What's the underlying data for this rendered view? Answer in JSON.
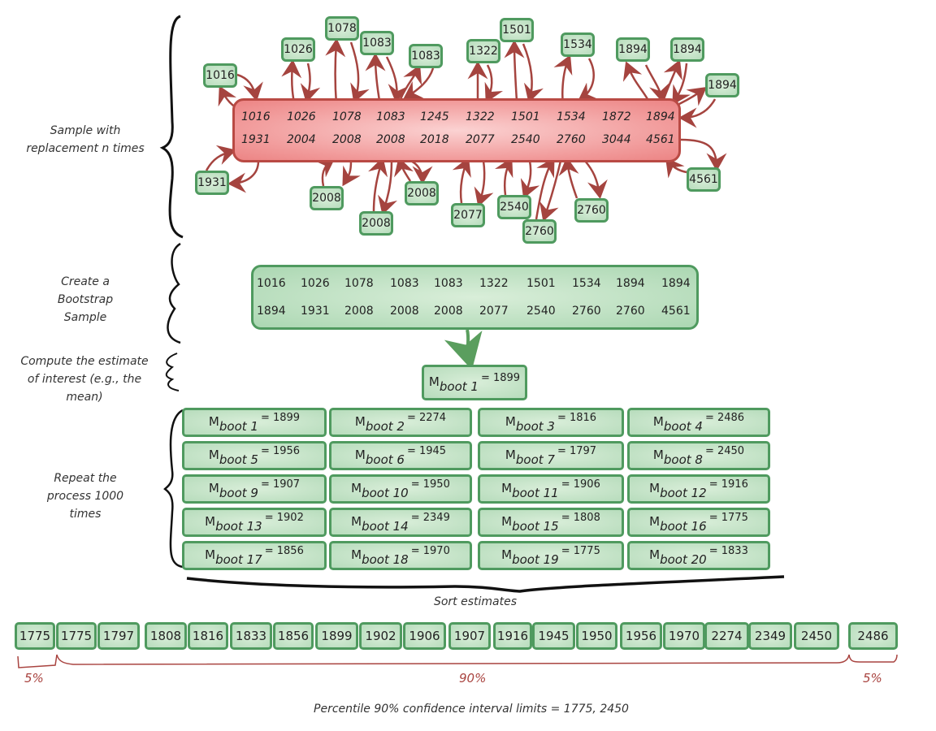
{
  "labels": {
    "sample_with_replacement": [
      "Sample with",
      "replacement n times"
    ],
    "create_bootstrap": [
      "Create a",
      "Bootstrap",
      "Sample"
    ],
    "compute_estimate": [
      "Compute the estimate",
      "of interest (e.g., the",
      "mean)"
    ],
    "repeat_process": [
      "Repeat the",
      "process 1000",
      "times"
    ],
    "sort_estimates": "Sort estimates",
    "pct_low": "5%",
    "pct_mid": "90%",
    "pct_high": "5%",
    "ci_result": "Percentile 90% confidence interval limits = 1775, 2450"
  },
  "original_sample": {
    "row1": [
      "1016",
      "1026",
      "1078",
      "1083",
      "1245",
      "1322",
      "1501",
      "1534",
      "1872",
      "1894"
    ],
    "row2": [
      "1931",
      "2004",
      "2008",
      "2008",
      "2018",
      "2077",
      "2540",
      "2760",
      "3044",
      "4561"
    ]
  },
  "resampled_draws": [
    "1016",
    "1026",
    "1078",
    "1083",
    "1083",
    "1322",
    "1501",
    "1534",
    "1894",
    "1894",
    "1894",
    "1931",
    "2008",
    "2008",
    "2008",
    "2077",
    "2540",
    "2760",
    "2760",
    "4561"
  ],
  "bootstrap_sample": {
    "row1": [
      "1016",
      "1026",
      "1078",
      "1083",
      "1083",
      "1322",
      "1501",
      "1534",
      "1894",
      "1894"
    ],
    "row2": [
      "1894",
      "1931",
      "2008",
      "2008",
      "2008",
      "2077",
      "2540",
      "2760",
      "2760",
      "4561"
    ]
  },
  "first_estimate": {
    "symbol": "M",
    "sub": "boot 1",
    "value": "= 1899"
  },
  "boot_estimates": [
    {
      "sub": "boot 1",
      "value": "= 1899"
    },
    {
      "sub": "boot 2",
      "value": "= 2274"
    },
    {
      "sub": "boot 3",
      "value": "= 1816"
    },
    {
      "sub": "boot 4",
      "value": "= 2486"
    },
    {
      "sub": "boot 5",
      "value": "= 1956"
    },
    {
      "sub": "boot 6",
      "value": "= 1945"
    },
    {
      "sub": "boot 7",
      "value": "= 1797"
    },
    {
      "sub": "boot 8",
      "value": "= 2450"
    },
    {
      "sub": "boot 9",
      "value": "= 1907"
    },
    {
      "sub": "boot 10",
      "value": "= 1950"
    },
    {
      "sub": "boot 11",
      "value": "= 1906"
    },
    {
      "sub": "boot 12",
      "value": "= 1916"
    },
    {
      "sub": "boot 13",
      "value": "= 1902"
    },
    {
      "sub": "boot 14",
      "value": "= 2349"
    },
    {
      "sub": "boot 15",
      "value": "= 1808"
    },
    {
      "sub": "boot 16",
      "value": "= 1775"
    },
    {
      "sub": "boot 17",
      "value": "= 1856"
    },
    {
      "sub": "boot 18",
      "value": "= 1970"
    },
    {
      "sub": "boot 19",
      "value": "= 1775"
    },
    {
      "sub": "boot 20",
      "value": "= 1833"
    }
  ],
  "sorted_estimates": [
    "1775",
    "1775",
    "1797",
    "1808",
    "1816",
    "1833",
    "1856",
    "1899",
    "1902",
    "1906",
    "1907",
    "1916",
    "1945",
    "1950",
    "1956",
    "1970",
    "2274",
    "2349",
    "2450",
    "2486"
  ],
  "colors": {
    "red_fill": "#f19a9a",
    "red_border": "#b94a44",
    "green_fill": "#b7dcbc",
    "green_border": "#4f9a5f",
    "arrow": "#a5443f",
    "pct": "#a94440"
  }
}
